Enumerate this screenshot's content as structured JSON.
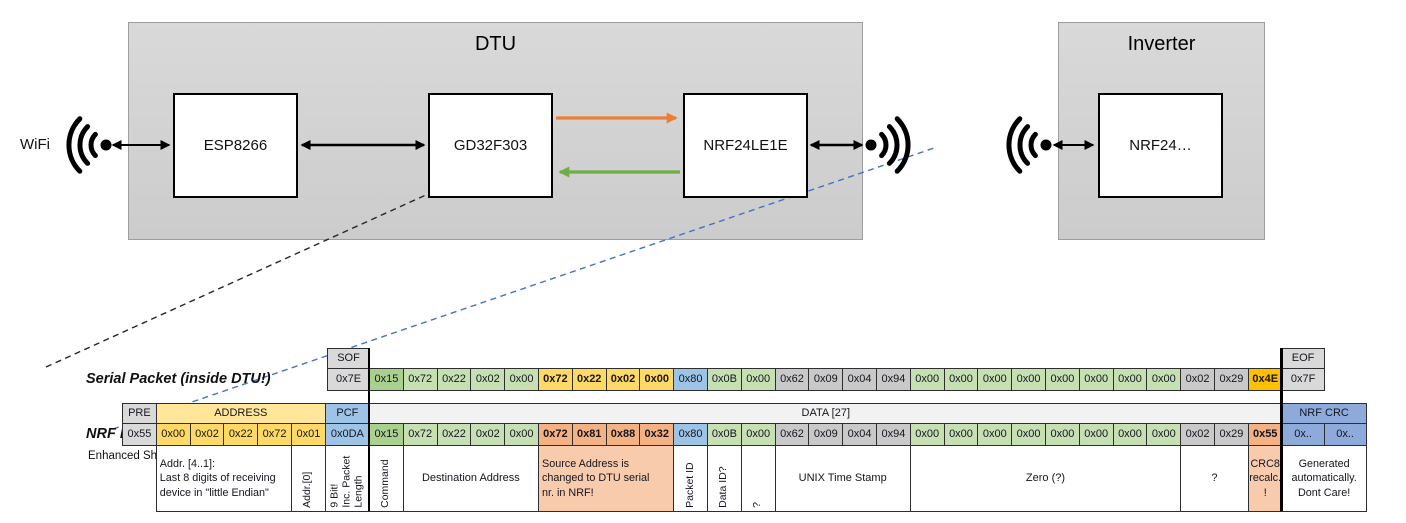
{
  "diagram": {
    "wifi_label": "WiFi",
    "dtu": {
      "title": "DTU",
      "components": [
        "ESP8266",
        "GD32F303",
        "NRF24LE1E"
      ]
    },
    "inverter": {
      "title": "Inverter",
      "component": "NRF24…"
    }
  },
  "serial_packet": {
    "label": "Serial Packet (inside DTU!)",
    "sof": {
      "header": "SOF",
      "value": "0x7E"
    },
    "eof": {
      "header": "EOF",
      "value": "0x7F"
    },
    "bytes": [
      [
        "0x15",
        "g"
      ],
      [
        "0x72",
        "l"
      ],
      [
        "0x22",
        "l"
      ],
      [
        "0x02",
        "l"
      ],
      [
        "0x00",
        "l"
      ],
      [
        "0x72",
        "y",
        1
      ],
      [
        "0x22",
        "y",
        1
      ],
      [
        "0x02",
        "y",
        1
      ],
      [
        "0x00",
        "y",
        1
      ],
      [
        "0x80",
        "b"
      ],
      [
        "0x0B",
        "l"
      ],
      [
        "0x00",
        "l"
      ],
      [
        "0x62",
        "d"
      ],
      [
        "0x09",
        "d"
      ],
      [
        "0x04",
        "d"
      ],
      [
        "0x94",
        "d"
      ],
      [
        "0x00",
        "l"
      ],
      [
        "0x00",
        "l"
      ],
      [
        "0x00",
        "l"
      ],
      [
        "0x00",
        "l"
      ],
      [
        "0x00",
        "l"
      ],
      [
        "0x00",
        "l"
      ],
      [
        "0x00",
        "l"
      ],
      [
        "0x00",
        "l"
      ],
      [
        "0x02",
        "d"
      ],
      [
        "0x29",
        "d"
      ],
      [
        "0x4E",
        "o",
        1
      ]
    ]
  },
  "nrf_packet": {
    "label": "NRF Packet",
    "sublabel": "Enhanced Shockburst",
    "pre": {
      "header": "PRE",
      "value": "0x55"
    },
    "address": {
      "header": "ADDRESS",
      "values": [
        "0x00",
        "0x02",
        "0x22",
        "0x72",
        "0x01"
      ]
    },
    "pcf": {
      "header": "PCF",
      "value": "0x0DA"
    },
    "data_header": "DATA [27]",
    "bytes": [
      [
        "0x15",
        "g"
      ],
      [
        "0x72",
        "l"
      ],
      [
        "0x22",
        "l"
      ],
      [
        "0x02",
        "l"
      ],
      [
        "0x00",
        "l"
      ],
      [
        "0x72",
        "s",
        1
      ],
      [
        "0x81",
        "s",
        1
      ],
      [
        "0x88",
        "s",
        1
      ],
      [
        "0x32",
        "s",
        1
      ],
      [
        "0x80",
        "b"
      ],
      [
        "0x0B",
        "l"
      ],
      [
        "0x00",
        "l"
      ],
      [
        "0x62",
        "d"
      ],
      [
        "0x09",
        "d"
      ],
      [
        "0x04",
        "d"
      ],
      [
        "0x94",
        "d"
      ],
      [
        "0x00",
        "l"
      ],
      [
        "0x00",
        "l"
      ],
      [
        "0x00",
        "l"
      ],
      [
        "0x00",
        "l"
      ],
      [
        "0x00",
        "l"
      ],
      [
        "0x00",
        "l"
      ],
      [
        "0x00",
        "l"
      ],
      [
        "0x00",
        "l"
      ],
      [
        "0x02",
        "d"
      ],
      [
        "0x29",
        "d"
      ],
      [
        "0x55",
        "s",
        1
      ]
    ],
    "crc": {
      "header": "NRF CRC",
      "values": [
        "0x..",
        "0x.."
      ]
    }
  },
  "annotations": [
    {
      "c": [
        1,
        4
      ],
      "o": "h",
      "a": "left",
      "t": [
        "Addr. [4..1]:",
        "Last 8 digits of receiving",
        "device in \"little Endian\""
      ]
    },
    {
      "c": [
        5,
        5
      ],
      "o": "v",
      "t": [
        "Addr.[0]"
      ]
    },
    {
      "c": [
        6,
        6
      ],
      "o": "v",
      "t": [
        "9 Bit!",
        "Inc. Packet",
        "Length"
      ]
    },
    {
      "c": [
        7,
        7
      ],
      "o": "v",
      "t": [
        "Command"
      ]
    },
    {
      "c": [
        8,
        11
      ],
      "o": "h",
      "t": [
        "Destination Address"
      ]
    },
    {
      "c": [
        12,
        15
      ],
      "o": "h",
      "a": "left",
      "bg": "sl",
      "t": [
        "Source Address is",
        "changed to DTU serial",
        "nr. in NRF!"
      ]
    },
    {
      "c": [
        16,
        16
      ],
      "o": "v",
      "t": [
        "Packet ID"
      ]
    },
    {
      "c": [
        17,
        17
      ],
      "o": "v",
      "t": [
        "Data ID?"
      ]
    },
    {
      "c": [
        18,
        18
      ],
      "o": "v",
      "t": [
        "?"
      ]
    },
    {
      "c": [
        19,
        22
      ],
      "o": "h",
      "t": [
        "UNIX Time Stamp"
      ]
    },
    {
      "c": [
        23,
        30
      ],
      "o": "h",
      "t": [
        "Zero (?)"
      ]
    },
    {
      "c": [
        31,
        32
      ],
      "o": "h",
      "t": [
        "?"
      ]
    },
    {
      "c": [
        33,
        33
      ],
      "o": "h",
      "bg": "sl",
      "t": [
        "CRC8",
        "recalc.",
        "!"
      ]
    },
    {
      "c": [
        34,
        35
      ],
      "o": "h",
      "t": [
        "Generated",
        "automatically.",
        "Dont Care!"
      ]
    }
  ],
  "colors": {
    "g": "#A9D08E",
    "l": "#C6E0B4",
    "y": "#FFD966",
    "yh": "#FFE699",
    "b": "#9DC3E6",
    "d": "#C9C9C9",
    "o": "#FFC000",
    "s": "#F4B183",
    "h": "#D9D9D9",
    "cb": "#8EAADB",
    "dh": "#F2F2F2",
    "sl": "#F8CBAD",
    "orange_arrow": "#ED7D31",
    "green_arrow": "#70AD47",
    "callout_blue": "#4472C4"
  }
}
